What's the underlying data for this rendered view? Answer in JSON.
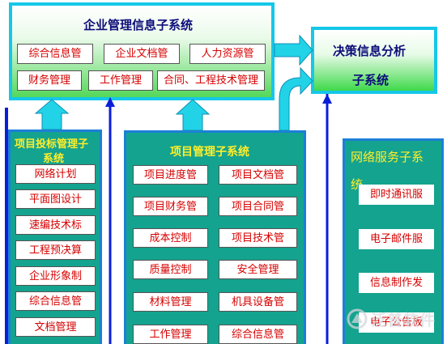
{
  "top_system": {
    "title": "企业管理信息子系统",
    "items": [
      "综合信息管",
      "企业文档管",
      "人力资源管",
      "财务管理",
      "工作管理",
      "合同、工程技术管理"
    ]
  },
  "decision_system": {
    "title_line1": "决策信息分析",
    "title_line2": "子系统"
  },
  "bid_system": {
    "title_line1": "项目投标管理子",
    "title_line2": "系统",
    "items": [
      "网络计划",
      "平面图设计",
      "速编技术标",
      "工程预决算",
      "企业形象制",
      "综合信息管",
      "文档管理"
    ]
  },
  "project_system": {
    "title": "项目管理子系统",
    "items": [
      "项目进度管",
      "项目文档管",
      "项目财务管",
      "项目合同管",
      "成本控制",
      "项目技术管",
      "质量控制",
      "安全管理",
      "材料管理",
      "机具设备管",
      "工作管理",
      "综合信息管"
    ]
  },
  "network_system": {
    "title_line1": "网络服务子系",
    "title_line2": "统",
    "items": [
      "即时通讯服",
      "电子邮件服",
      "信息制作发",
      "电子公告板"
    ]
  },
  "watermark": {
    "text": "泛普软件"
  },
  "colors": {
    "panel_teal": "#14a38f",
    "panel_border": "#1c7fd8",
    "top_border": "#16c7e8",
    "title_navy": "#0d0d7a",
    "title_yellow": "#ffee2a",
    "item_red": "#d60000",
    "arrow_fill": "#22d3e8",
    "line_blue": "#0a1ed8"
  }
}
